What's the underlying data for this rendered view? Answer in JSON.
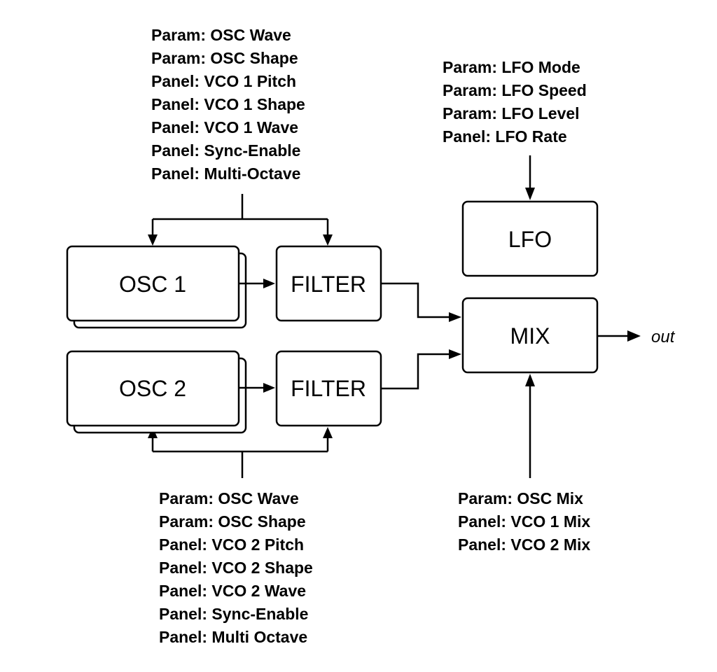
{
  "diagram": {
    "title": "",
    "colors": {
      "stroke": "#000000",
      "background": "#ffffff",
      "text": "#000000"
    },
    "blocks": {
      "osc1": "OSC 1",
      "osc2": "OSC 2",
      "filter1": "FILTER",
      "filter2": "FILTER",
      "lfo": "LFO",
      "mix": "MIX"
    },
    "output_label": "out",
    "param_groups": {
      "osc1_filter1": [
        "Param: OSC Wave",
        "Param: OSC Shape",
        "Panel: VCO 1 Pitch",
        "Panel: VCO 1 Shape",
        "Panel: VCO 1 Wave",
        "Panel: Sync-Enable",
        "Panel: Multi-Octave"
      ],
      "osc2_filter2": [
        "Param: OSC Wave",
        "Param: OSC Shape",
        "Panel: VCO 2 Pitch",
        "Panel: VCO 2 Shape",
        "Panel: VCO 2 Wave",
        "Panel: Sync-Enable",
        "Panel: Multi Octave"
      ],
      "lfo": [
        "Param: LFO Mode",
        "Param: LFO Speed",
        "Param: LFO Level",
        "Panel: LFO Rate"
      ],
      "mix": [
        "Param: OSC Mix",
        "Panel: VCO 1 Mix",
        "Panel: VCO 2 Mix"
      ]
    },
    "connections": [
      {
        "from": "osc1_filter1 params",
        "to": [
          "OSC 1",
          "FILTER (1)"
        ]
      },
      {
        "from": "osc2_filter2 params",
        "to": [
          "OSC 2",
          "FILTER (2)"
        ]
      },
      {
        "from": "OSC 1",
        "to": "FILTER (1)"
      },
      {
        "from": "OSC 2",
        "to": "FILTER (2)"
      },
      {
        "from": "FILTER (1)",
        "to": "MIX"
      },
      {
        "from": "FILTER (2)",
        "to": "MIX"
      },
      {
        "from": "lfo params",
        "to": "LFO"
      },
      {
        "from": "mix params",
        "to": "MIX"
      },
      {
        "from": "MIX",
        "to": "out"
      }
    ]
  }
}
